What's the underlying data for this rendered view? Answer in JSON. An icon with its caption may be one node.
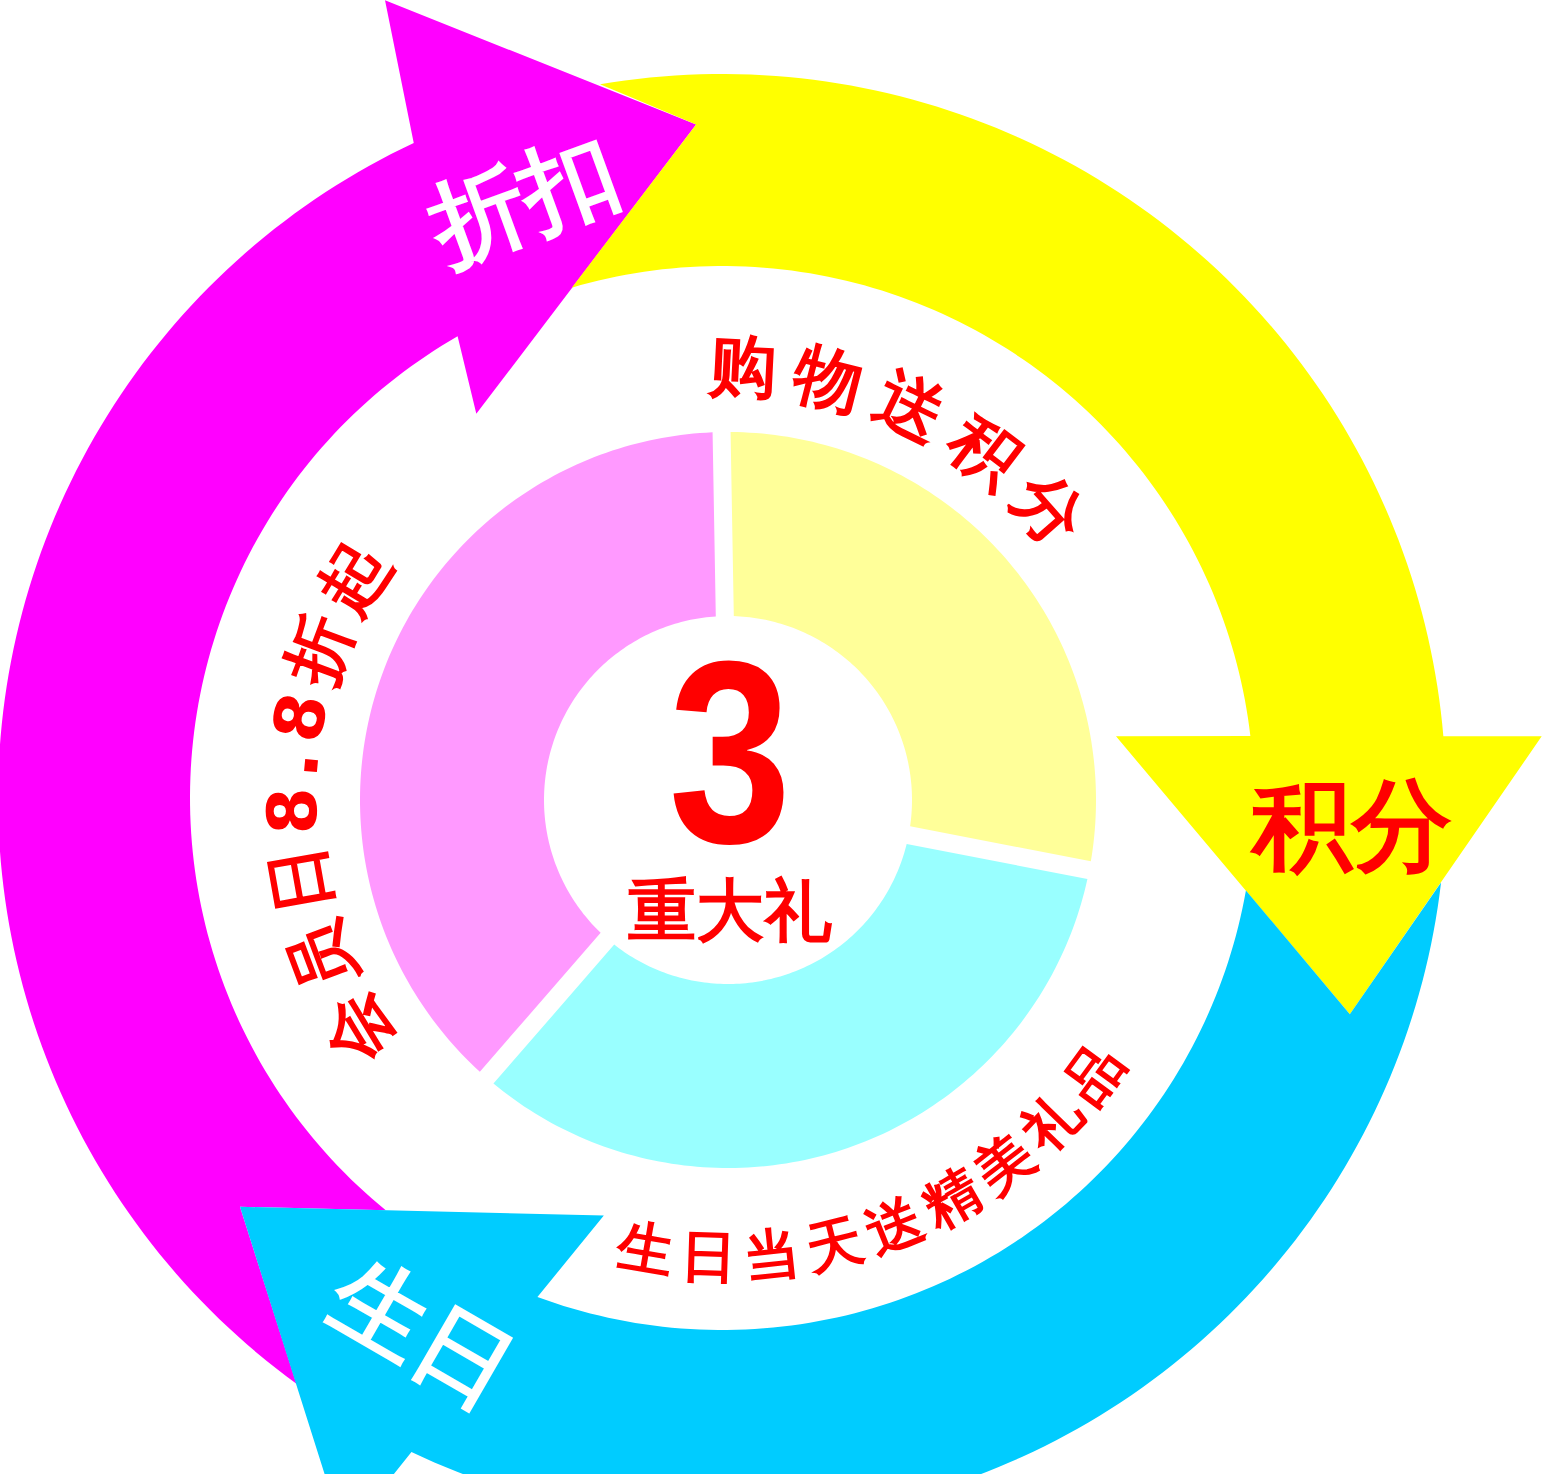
{
  "diagram": {
    "nodes": [
      {
        "text": [
          "折扣"
        ]
      },
      {
        "text": [
          "积分"
        ]
      },
      {
        "text": [
          "生日"
        ]
      },
      {
        "text": [],
        "shape": "segment",
        "beside": [
          "购物送积分"
        ]
      },
      {
        "text": [],
        "shape": "segment",
        "beside": [
          "会员日8.8折起"
        ]
      },
      {
        "text": [],
        "shape": "segment",
        "beside": [
          "生日当天送精美礼品"
        ]
      },
      {
        "text": [
          "3",
          "重大礼"
        ]
      }
    ]
  }
}
